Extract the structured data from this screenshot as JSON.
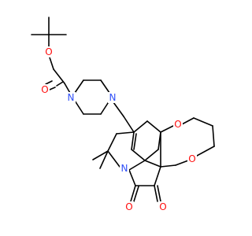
{
  "molecule": {
    "colors": {
      "bond": "#000000",
      "oxygen": "#ff0d0d",
      "nitrogen": "#3050f8"
    },
    "atoms": [
      {
        "id": "O1",
        "symbol": "O",
        "element": "oxygen"
      },
      {
        "id": "O2",
        "symbol": "O",
        "element": "oxygen"
      },
      {
        "id": "N1",
        "symbol": "N",
        "element": "nitrogen"
      },
      {
        "id": "N2",
        "symbol": "N",
        "element": "nitrogen"
      },
      {
        "id": "O3",
        "symbol": "O",
        "element": "oxygen"
      },
      {
        "id": "O4",
        "symbol": "O",
        "element": "oxygen"
      },
      {
        "id": "N3",
        "symbol": "N",
        "element": "nitrogen"
      },
      {
        "id": "O5",
        "symbol": "O",
        "element": "oxygen"
      },
      {
        "id": "O6",
        "symbol": "O",
        "element": "oxygen"
      }
    ]
  }
}
